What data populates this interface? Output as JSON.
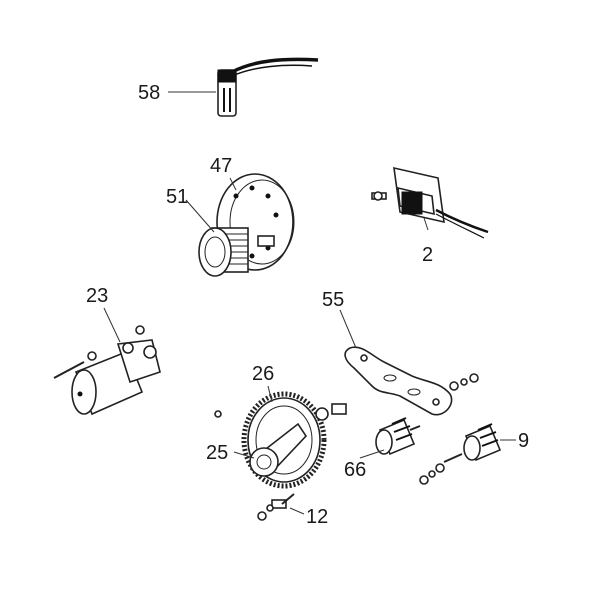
{
  "diagram": {
    "callouts": [
      "58",
      "47",
      "51",
      "2",
      "23",
      "55",
      "26",
      "25",
      "66",
      "9",
      "12"
    ]
  }
}
